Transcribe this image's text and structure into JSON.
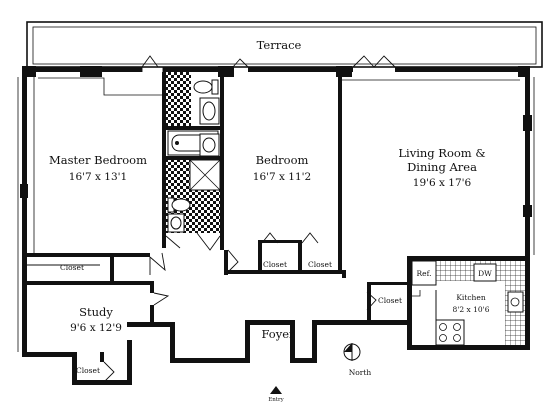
{
  "terrace": {
    "label": "Terrace"
  },
  "rooms": {
    "master_bedroom": {
      "name": "Master Bedroom",
      "dims": "16'7 x 13'1"
    },
    "bedroom": {
      "name": "Bedroom",
      "dims": "16'7 x 11'2"
    },
    "living_dining": {
      "name_line1": "Living Room &",
      "name_line2": "Dining Area",
      "dims": "19'6 x 17'6"
    },
    "study": {
      "name": "Study",
      "dims": "9'6 x 12'9"
    },
    "kitchen": {
      "name": "Kitchen",
      "dims": "8'2 x 10'6"
    },
    "foyer": {
      "name": "Foyer"
    }
  },
  "closets": {
    "master": "Closet",
    "bedroom_left": "Closet",
    "bedroom_right": "Closet",
    "hall": "Closet",
    "study": "Closet"
  },
  "appliances": {
    "refrigerator": "Ref.",
    "dishwasher": "DW"
  },
  "compass": {
    "label": "North"
  },
  "entry": {
    "label": "Entry"
  }
}
